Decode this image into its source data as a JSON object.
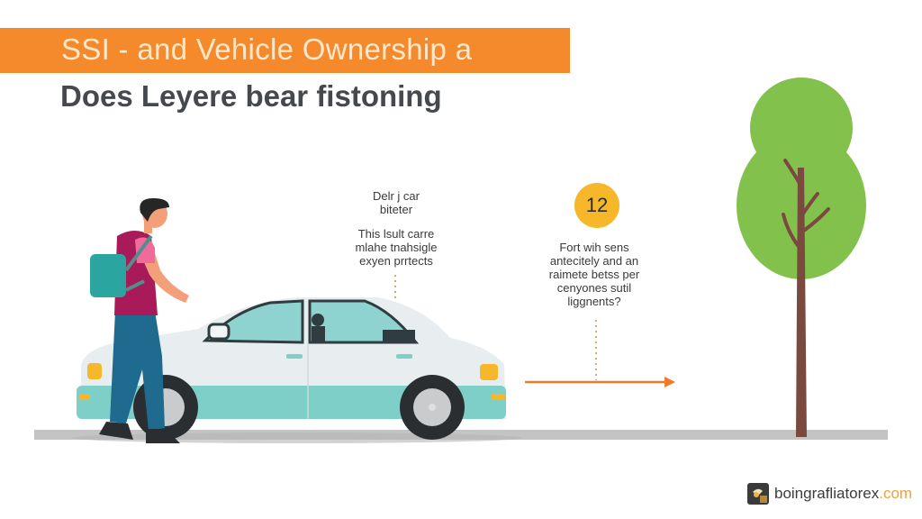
{
  "header": {
    "banner_title": "SSI - and Vehicle Ownership a",
    "subtitle": "Does Leyere bear fistoning",
    "banner_color": "#f48a2c"
  },
  "annotations": {
    "car_note": {
      "heading_lines": [
        "Delr j car",
        "biteter"
      ],
      "body_lines": [
        "This lsult carre",
        "mlahe tnahsigle",
        "exyen prrtects"
      ]
    },
    "step_note": {
      "badge_number": "12",
      "badge_color": "#f6b82a",
      "body_lines": [
        "Fort wih sens",
        "antecitely and an",
        "raimete betss per",
        "cenyones sutil",
        "liggnents?"
      ]
    }
  },
  "illustration": {
    "elements": [
      "person-walking-with-backpack",
      "white-sedan-car",
      "orange-arrow",
      "green-tree",
      "gray-road"
    ],
    "colors": {
      "car_body": "#e8eef0",
      "car_stripe": "#7ecfc8",
      "tree_canopy": "#82c14c",
      "tree_trunk": "#7a4a3e",
      "road": "#c4c4c4",
      "arrow": "#f07a2a"
    }
  },
  "footer": {
    "logo_name": "boingrafliatorex",
    "logo_tld": ".com"
  }
}
